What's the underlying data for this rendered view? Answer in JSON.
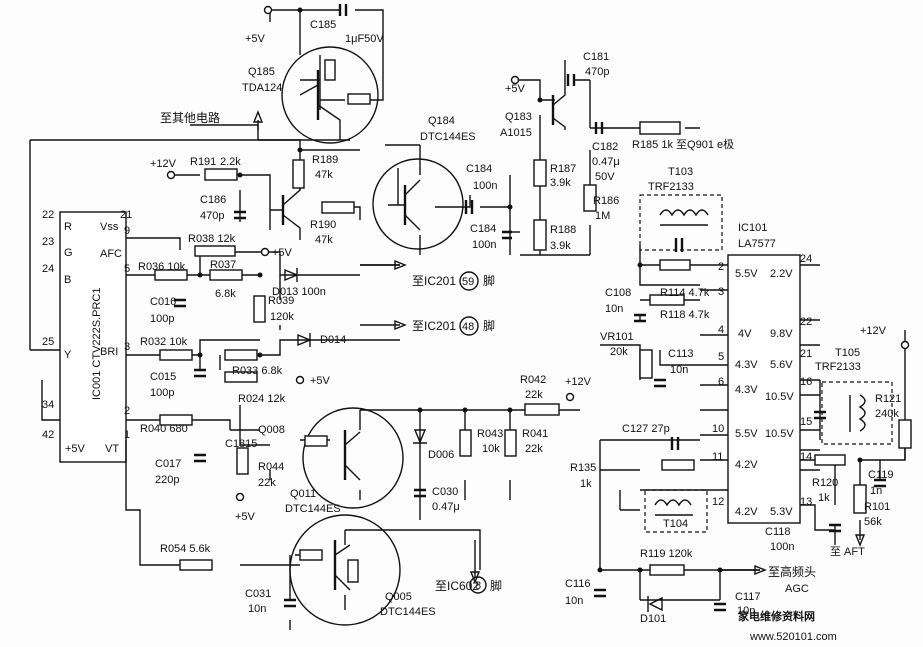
{
  "labels": [
    {
      "id": "c185",
      "text": "C185"
    },
    {
      "id": "c185v",
      "text": "1μF50V"
    },
    {
      "id": "p5v1",
      "text": "+5V"
    },
    {
      "id": "q185",
      "text": "Q185"
    },
    {
      "id": "tda124",
      "text": "TDA124"
    },
    {
      "id": "other",
      "text": "至其他电路"
    },
    {
      "id": "q184",
      "text": "Q184"
    },
    {
      "id": "dtc1",
      "text": "DTC144ES"
    },
    {
      "id": "r189",
      "text": "R189"
    },
    {
      "id": "r189v",
      "text": "47k"
    },
    {
      "id": "p12a",
      "text": "+12V"
    },
    {
      "id": "r191",
      "text": "R191"
    },
    {
      "id": "r191v",
      "text": "2.2k"
    },
    {
      "id": "c186",
      "text": "C186"
    },
    {
      "id": "c186v",
      "text": "470p"
    },
    {
      "id": "r190",
      "text": "R190"
    },
    {
      "id": "r190v",
      "text": "47k"
    },
    {
      "id": "p5v2",
      "text": "+5V"
    },
    {
      "id": "c181",
      "text": "C181"
    },
    {
      "id": "c181v",
      "text": "470p"
    },
    {
      "id": "q183",
      "text": "Q183"
    },
    {
      "id": "a1015",
      "text": "A1015"
    },
    {
      "id": "r185",
      "text": "R185  1k  至Q901 e极"
    },
    {
      "id": "c182",
      "text": "C182"
    },
    {
      "id": "c182v",
      "text": "0.47μ"
    },
    {
      "id": "c182w",
      "text": "50V"
    },
    {
      "id": "r187",
      "text": "R187"
    },
    {
      "id": "r187v",
      "text": "3.9k"
    },
    {
      "id": "c184a",
      "text": "C184"
    },
    {
      "id": "c184av",
      "text": "100n"
    },
    {
      "id": "c184b",
      "text": "C184"
    },
    {
      "id": "c184bv",
      "text": "100n"
    },
    {
      "id": "r186",
      "text": "R186"
    },
    {
      "id": "r186v",
      "text": "1M"
    },
    {
      "id": "r188",
      "text": "R188"
    },
    {
      "id": "r188v",
      "text": "3.9k"
    },
    {
      "id": "t103",
      "text": "T103"
    },
    {
      "id": "t103v",
      "text": "TRF2133"
    },
    {
      "id": "ic101",
      "text": "IC101"
    },
    {
      "id": "la7577",
      "text": "LA7577"
    },
    {
      "id": "r038",
      "text": "R038  12k"
    },
    {
      "id": "p5v3",
      "text": "+5V"
    },
    {
      "id": "r036",
      "text": "R036  10k"
    },
    {
      "id": "r037",
      "text": "R037"
    },
    {
      "id": "r037v",
      "text": "6.8k"
    },
    {
      "id": "ic201a",
      "text": "至IC201"
    },
    {
      "id": "pin59",
      "text": "59"
    },
    {
      "id": "jiao1",
      "text": "脚"
    },
    {
      "id": "d013",
      "text": "D013  100n"
    },
    {
      "id": "c016",
      "text": "C016"
    },
    {
      "id": "c016v",
      "text": "100p"
    },
    {
      "id": "r039",
      "text": "R039"
    },
    {
      "id": "r039v",
      "text": "120k"
    },
    {
      "id": "ic201b",
      "text": "至IC201"
    },
    {
      "id": "pin48",
      "text": "48"
    },
    {
      "id": "jiao2",
      "text": "脚"
    },
    {
      "id": "r032",
      "text": "R032  10k"
    },
    {
      "id": "d014",
      "text": "D014"
    },
    {
      "id": "c015",
      "text": "C015"
    },
    {
      "id": "c015v",
      "text": "100p"
    },
    {
      "id": "r033",
      "text": "R033  6.8k"
    },
    {
      "id": "p5v4",
      "text": "+5V"
    },
    {
      "id": "r024",
      "text": "R024  12k"
    },
    {
      "id": "r042",
      "text": "R042"
    },
    {
      "id": "r042v",
      "text": "22k"
    },
    {
      "id": "p12b",
      "text": "+12V"
    },
    {
      "id": "r040",
      "text": "R040  680"
    },
    {
      "id": "c1815",
      "text": "C1815"
    },
    {
      "id": "q008",
      "text": "Q008"
    },
    {
      "id": "c017",
      "text": "C017"
    },
    {
      "id": "c017v",
      "text": "220p"
    },
    {
      "id": "r044",
      "text": "R044"
    },
    {
      "id": "r044v",
      "text": "22k"
    },
    {
      "id": "p5v5",
      "text": "+5V"
    },
    {
      "id": "q011",
      "text": "Q011"
    },
    {
      "id": "dtc2",
      "text": "DTC144ES"
    },
    {
      "id": "d006",
      "text": "D006"
    },
    {
      "id": "r043",
      "text": "R043"
    },
    {
      "id": "r043v",
      "text": "10k"
    },
    {
      "id": "r041",
      "text": "R041"
    },
    {
      "id": "r041v",
      "text": "22k"
    },
    {
      "id": "c030",
      "text": "C030"
    },
    {
      "id": "c030v",
      "text": "0.47μ"
    },
    {
      "id": "r054",
      "text": "R054  5.6k"
    },
    {
      "id": "c031",
      "text": "C031"
    },
    {
      "id": "c031v",
      "text": "10n"
    },
    {
      "id": "q005",
      "text": "Q005"
    },
    {
      "id": "dtc3",
      "text": "DTC144ES"
    },
    {
      "id": "ic602",
      "text": "至IC602"
    },
    {
      "id": "pin8",
      "text": "8"
    },
    {
      "id": "jiao3",
      "text": "脚"
    },
    {
      "id": "c108",
      "text": "C108"
    },
    {
      "id": "c108v",
      "text": "10n"
    },
    {
      "id": "r114",
      "text": "R114  4.7k"
    },
    {
      "id": "r118",
      "text": "R118  4.7k"
    },
    {
      "id": "vr101",
      "text": "VR101"
    },
    {
      "id": "vr101v",
      "text": "20k"
    },
    {
      "id": "c113",
      "text": "C113"
    },
    {
      "id": "c113v",
      "text": "10n"
    },
    {
      "id": "c127",
      "text": "C127   27p"
    },
    {
      "id": "r135",
      "text": "R135"
    },
    {
      "id": "r135v",
      "text": "1k"
    },
    {
      "id": "t104",
      "text": "T104"
    },
    {
      "id": "r119",
      "text": "R119  120k"
    },
    {
      "id": "c116",
      "text": "C116"
    },
    {
      "id": "c116v",
      "text": "10n"
    },
    {
      "id": "d101",
      "text": "D101"
    },
    {
      "id": "c117",
      "text": "C117"
    },
    {
      "id": "c117v",
      "text": "10n"
    },
    {
      "id": "agc",
      "text": "至高频头"
    },
    {
      "id": "agc2",
      "text": "AGC"
    },
    {
      "id": "p12c",
      "text": "+12V"
    },
    {
      "id": "t105",
      "text": "T105"
    },
    {
      "id": "t105v",
      "text": "TRF2133"
    },
    {
      "id": "r121",
      "text": "R121"
    },
    {
      "id": "r121v",
      "text": "240k"
    },
    {
      "id": "c119",
      "text": "C119"
    },
    {
      "id": "c119v",
      "text": "1n"
    },
    {
      "id": "r120",
      "text": "R120"
    },
    {
      "id": "r120v",
      "text": "1k"
    },
    {
      "id": "r101",
      "text": "R101"
    },
    {
      "id": "r101v",
      "text": "56k"
    },
    {
      "id": "c118",
      "text": "C118"
    },
    {
      "id": "c118v",
      "text": "100n"
    },
    {
      "id": "aft",
      "text": "至 AFT"
    },
    {
      "id": "ic001",
      "text": "IC001  CTV222S.PRC1"
    },
    {
      "id": "vss",
      "text": "Vss"
    },
    {
      "id": "afc",
      "text": "AFC"
    },
    {
      "id": "bri",
      "text": "BRI"
    },
    {
      "id": "vt",
      "text": "VT"
    },
    {
      "id": "p5v6",
      "text": "+5V"
    },
    {
      "id": "pR",
      "text": "R"
    },
    {
      "id": "pG",
      "text": "G"
    },
    {
      "id": "pB",
      "text": "B"
    },
    {
      "id": "pY",
      "text": "Y"
    },
    {
      "id": "n22",
      "text": "22"
    },
    {
      "id": "n23",
      "text": "23"
    },
    {
      "id": "n24",
      "text": "24"
    },
    {
      "id": "n25",
      "text": "25"
    },
    {
      "id": "n34",
      "text": "34"
    },
    {
      "id": "n42",
      "text": "42"
    },
    {
      "id": "n21",
      "text": "21"
    },
    {
      "id": "n9",
      "text": "9"
    },
    {
      "id": "n5",
      "text": "5"
    },
    {
      "id": "n3",
      "text": "3"
    },
    {
      "id": "n2",
      "text": "2"
    },
    {
      "id": "n1",
      "text": "1"
    },
    {
      "id": "ic_2",
      "text": "2"
    },
    {
      "id": "ic_3",
      "text": "3"
    },
    {
      "id": "ic_4",
      "text": "4"
    },
    {
      "id": "ic_5",
      "text": "5"
    },
    {
      "id": "ic_6",
      "text": "6"
    },
    {
      "id": "ic_10",
      "text": "10"
    },
    {
      "id": "ic_11",
      "text": "11"
    },
    {
      "id": "ic_12",
      "text": "12"
    },
    {
      "id": "ic_13",
      "text": "13"
    },
    {
      "id": "ic_14",
      "text": "14"
    },
    {
      "id": "ic_15",
      "text": "15"
    },
    {
      "id": "ic_16",
      "text": "16"
    },
    {
      "id": "ic_21",
      "text": "21"
    },
    {
      "id": "ic_22",
      "text": "22"
    },
    {
      "id": "ic_24",
      "text": "24"
    },
    {
      "id": "v55",
      "text": "5.5V"
    },
    {
      "id": "v22",
      "text": "2.2V"
    },
    {
      "id": "v4",
      "text": "4V"
    },
    {
      "id": "v98",
      "text": "9.8V"
    },
    {
      "id": "v43a",
      "text": "4.3V"
    },
    {
      "id": "v56",
      "text": "5.6V"
    },
    {
      "id": "v43b",
      "text": "4.3V"
    },
    {
      "id": "v105a",
      "text": "10.5V"
    },
    {
      "id": "v105b",
      "text": "10.5V"
    },
    {
      "id": "v55b",
      "text": "5.5V"
    },
    {
      "id": "v42a",
      "text": "4.2V"
    },
    {
      "id": "v42b",
      "text": "4.2V"
    },
    {
      "id": "v53",
      "text": "5.3V"
    },
    {
      "id": "wm1",
      "text": "家电维修资料网"
    },
    {
      "id": "wm2",
      "text": "www.520101.com"
    }
  ]
}
